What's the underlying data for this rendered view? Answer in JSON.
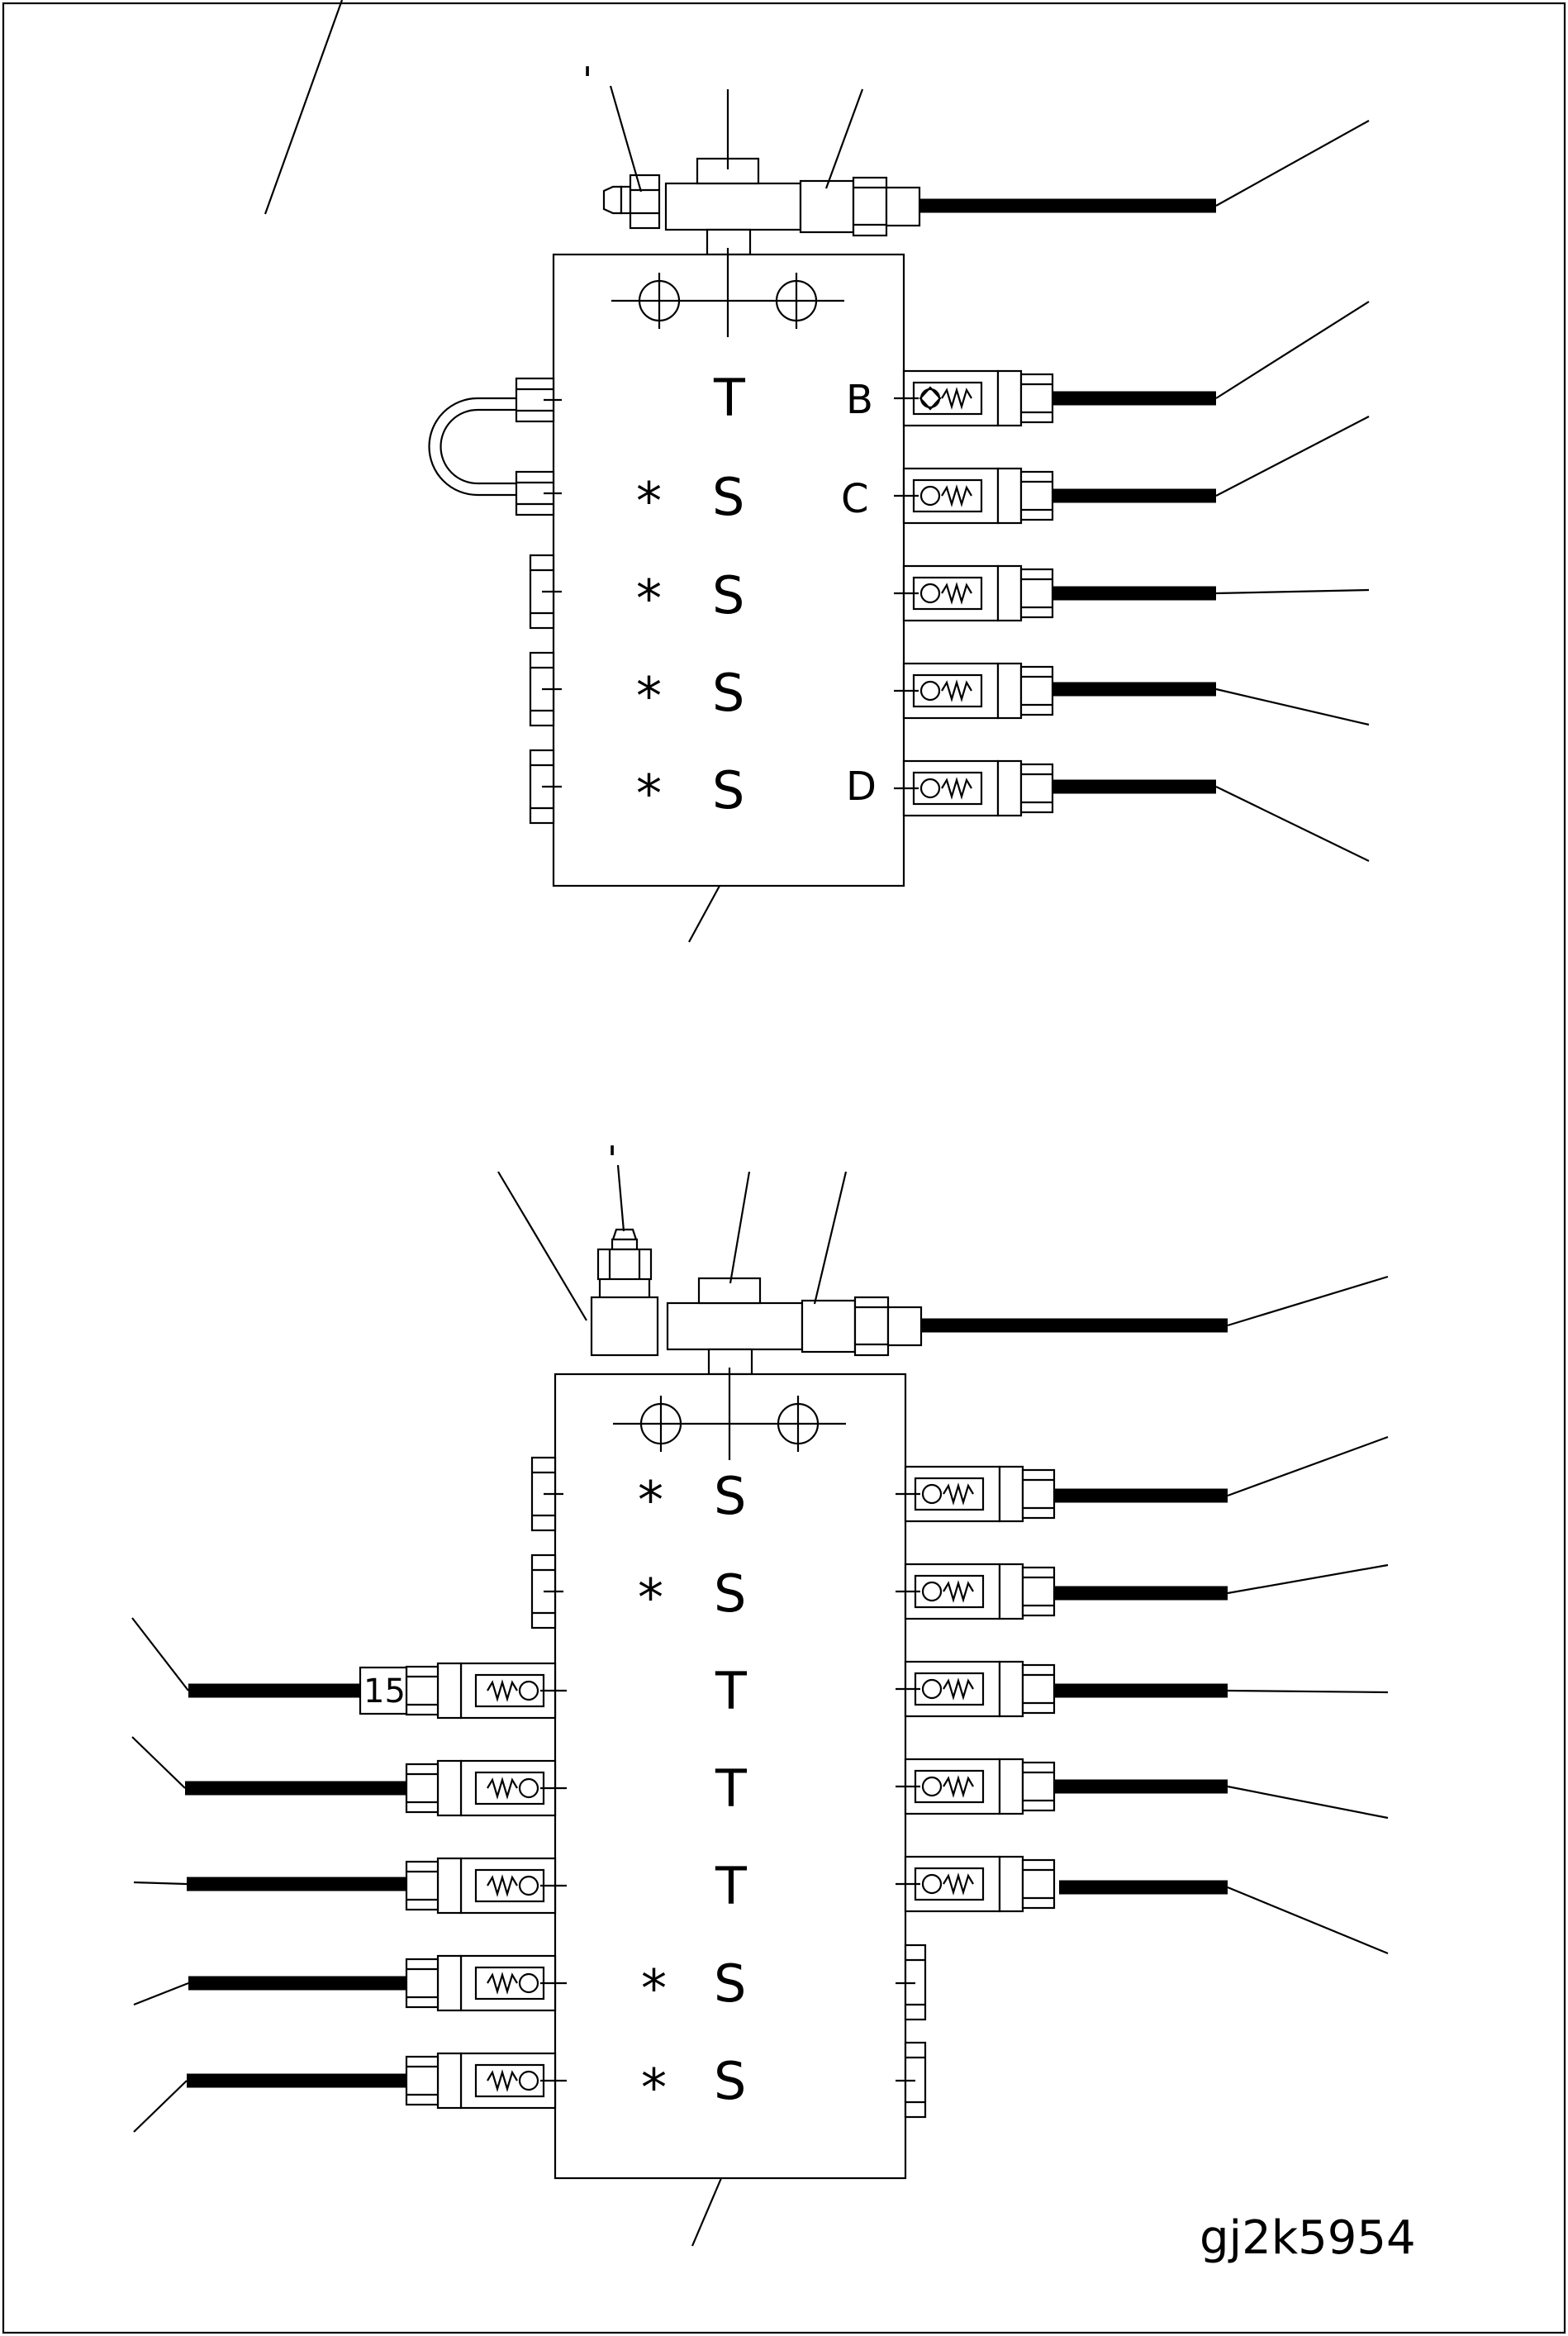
{
  "figure_code": "gj2k5954",
  "upper_block": {
    "stray_mark": "'",
    "rows": [
      {
        "left": "",
        "center": "T",
        "right": "B"
      },
      {
        "left": "*",
        "center": "S",
        "right": "C"
      },
      {
        "left": "*",
        "center": "S",
        "right": ""
      },
      {
        "left": "*",
        "center": "S",
        "right": ""
      },
      {
        "left": "*",
        "center": "S",
        "right": "D"
      }
    ]
  },
  "lower_block": {
    "stray_mark": "'",
    "port_tag": "15",
    "rows": [
      {
        "left": "*",
        "center": "S"
      },
      {
        "left": "*",
        "center": "S"
      },
      {
        "left": "",
        "center": "T"
      },
      {
        "left": "",
        "center": "T"
      },
      {
        "left": "",
        "center": "T"
      },
      {
        "left": "*",
        "center": "S"
      },
      {
        "left": "*",
        "center": "S"
      }
    ]
  }
}
